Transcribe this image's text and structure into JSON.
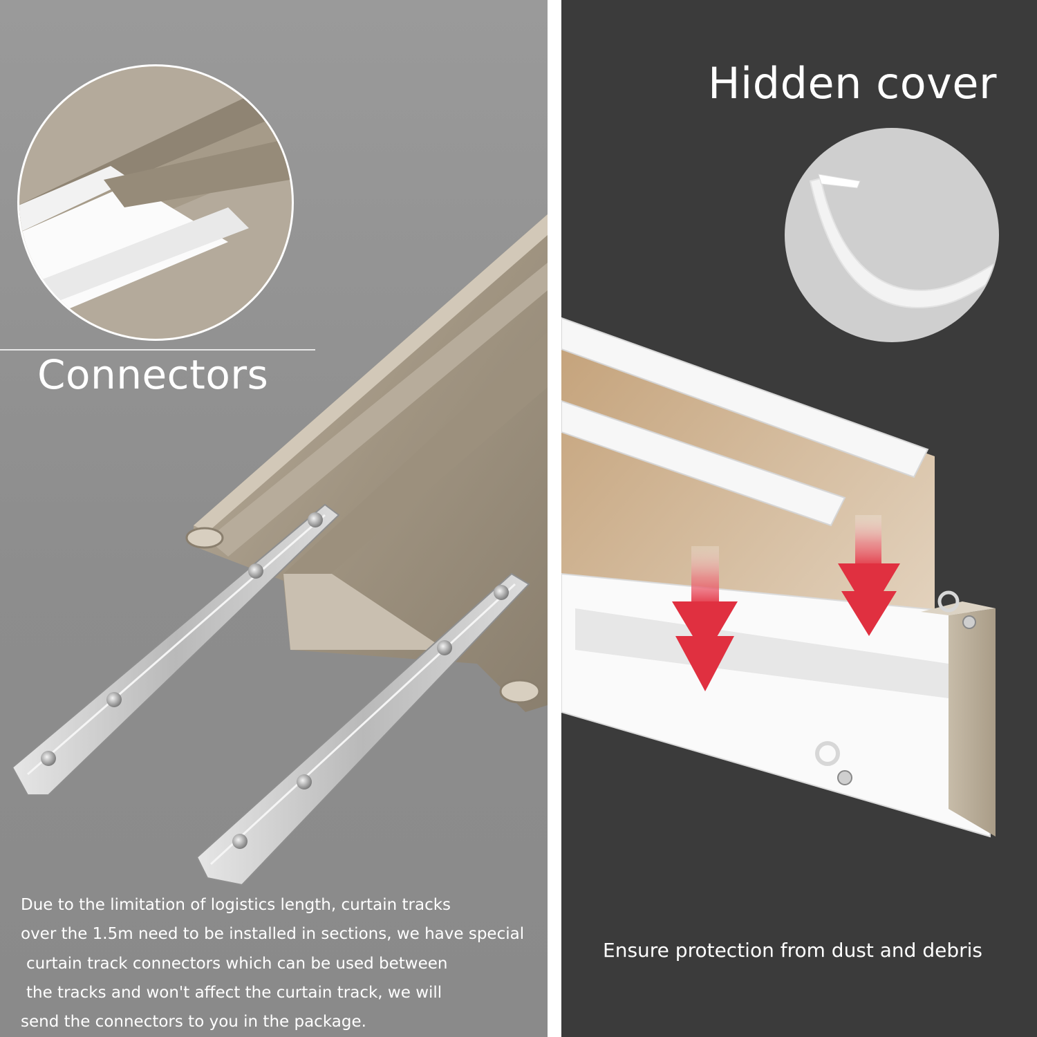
{
  "left_panel": {
    "title": "Connectors",
    "description_lines": [
      "Due to the limitation of logistics length, curtain tracks",
      "over the 1.5m need to be installed in sections, we have special",
      "curtain track connectors which can be used between",
      "the tracks and won't affect the curtain track, we will",
      "send the connectors to you in the package."
    ]
  },
  "right_panel": {
    "title": "Hidden cover",
    "caption": "Ensure protection from dust and debris"
  },
  "colors": {
    "left_bg": "#8d8d8d",
    "right_bg": "#3b3b3b",
    "track_champagne": "#a89c8a",
    "cover_white": "#f2f2f2",
    "arrow_red": "#e03040"
  }
}
